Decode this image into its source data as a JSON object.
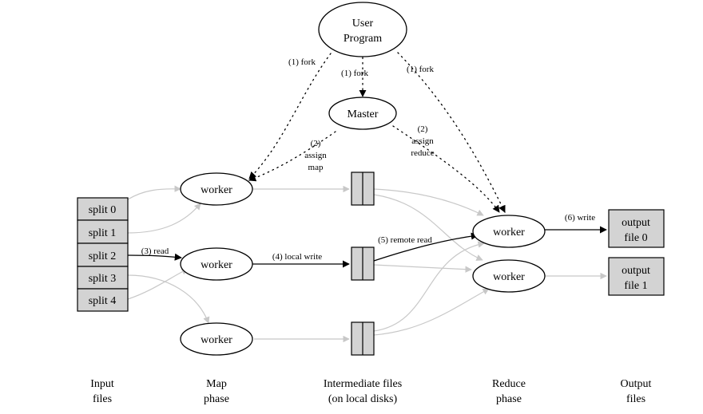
{
  "user_program": {
    "line1": "User",
    "line2": "Program"
  },
  "master": {
    "label": "Master"
  },
  "fork_labels": [
    "(1) fork",
    "(1) fork",
    "(1) fork"
  ],
  "assign_map": {
    "l1": "(2)",
    "l2": "assign",
    "l3": "map"
  },
  "assign_reduce": {
    "l1": "(2)",
    "l2": "assign",
    "l3": "reduce"
  },
  "splits": [
    "split 0",
    "split 1",
    "split 2",
    "split 3",
    "split 4"
  ],
  "map_workers": [
    "worker",
    "worker",
    "worker"
  ],
  "reduce_workers": [
    "worker",
    "worker"
  ],
  "outputs": [
    {
      "l1": "output",
      "l2": "file 0"
    },
    {
      "l1": "output",
      "l2": "file 1"
    }
  ],
  "edge_labels": {
    "read": "(3) read",
    "local_write": "(4) local write",
    "remote_read": "(5) remote read",
    "write": "(6) write"
  },
  "phases": {
    "input": {
      "l1": "Input",
      "l2": "files"
    },
    "map": {
      "l1": "Map",
      "l2": "phase"
    },
    "intermediate": {
      "l1": "Intermediate files",
      "l2": "(on local disks)"
    },
    "reduce": {
      "l1": "Reduce",
      "l2": "phase"
    },
    "output": {
      "l1": "Output",
      "l2": "files"
    }
  },
  "colors": {
    "box_fill": "#d3d3d3",
    "gray_edge": "#c8c8c8",
    "black": "#000000"
  }
}
